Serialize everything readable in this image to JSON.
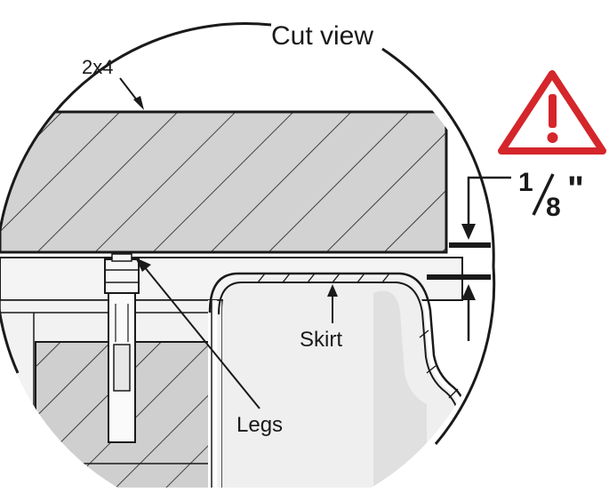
{
  "title": "Cut view",
  "labels": {
    "board": "2x4",
    "legs": "Legs",
    "skirt": "Skirt"
  },
  "dimension": {
    "numerator": "1",
    "denominator": "8",
    "unit": "\""
  },
  "icons": {
    "warning": "warning-triangle-icon"
  },
  "colors": {
    "warning_red": "#d4262b",
    "board_fill": "#d2d2d2",
    "line": "#1a1a1a",
    "light_fill": "#efefef"
  }
}
